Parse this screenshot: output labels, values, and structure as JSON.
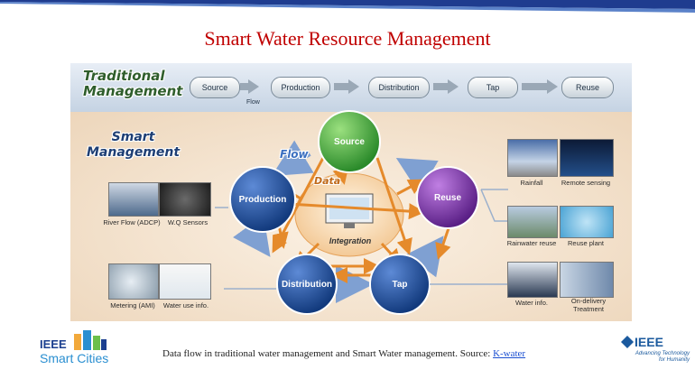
{
  "slide": {
    "title": "Smart Water Resource Management",
    "caption_text": "Data flow in traditional water management and Smart Water management. Source: ",
    "caption_link": "K-water"
  },
  "traditional": {
    "heading_line1": "Traditional",
    "heading_line2": "Management",
    "stages": [
      "Source",
      "Production",
      "Distribution",
      "Tap",
      "Reuse"
    ],
    "flow_label": "Flow"
  },
  "smart": {
    "heading_line1": "Smart",
    "heading_line2": "Management",
    "nodes": {
      "source": "Source",
      "production": "Production",
      "reuse": "Reuse",
      "distribution": "Distribution",
      "tap": "Tap"
    },
    "flow_label": "Flow",
    "data_label": "Data",
    "integration_label": "Integration",
    "sensors": {
      "river_flow": "River Flow (ADCP)",
      "wq_sensors": "W.Q Sensors",
      "metering": "Metering (AMI)",
      "water_use": "Water use info.",
      "rainfall": "Rainfall",
      "remote_sensing": "Remote sensing",
      "rainwater_reuse": "Rainwater reuse",
      "reuse_plant": "Reuse plant",
      "water_info": "Water info.",
      "on_delivery_line1": "On-delivery",
      "on_delivery_line2": "Treatment"
    }
  },
  "logos": {
    "ieee_sc_line1": "IEEE",
    "ieee_sc_line2": "Smart Cities",
    "ieee_name": "IEEE",
    "ieee_tagline1": "Advancing Technology",
    "ieee_tagline2": "for Humanity"
  },
  "colors": {
    "title": "#c00000",
    "node_blue": "#1f4e9c",
    "node_green": "#3aa33a",
    "node_purple": "#7a2fa6",
    "arrow_orange": "#e58a2b",
    "arrow_blue": "#6f93c8",
    "top_bar": "#1f3c8f"
  }
}
